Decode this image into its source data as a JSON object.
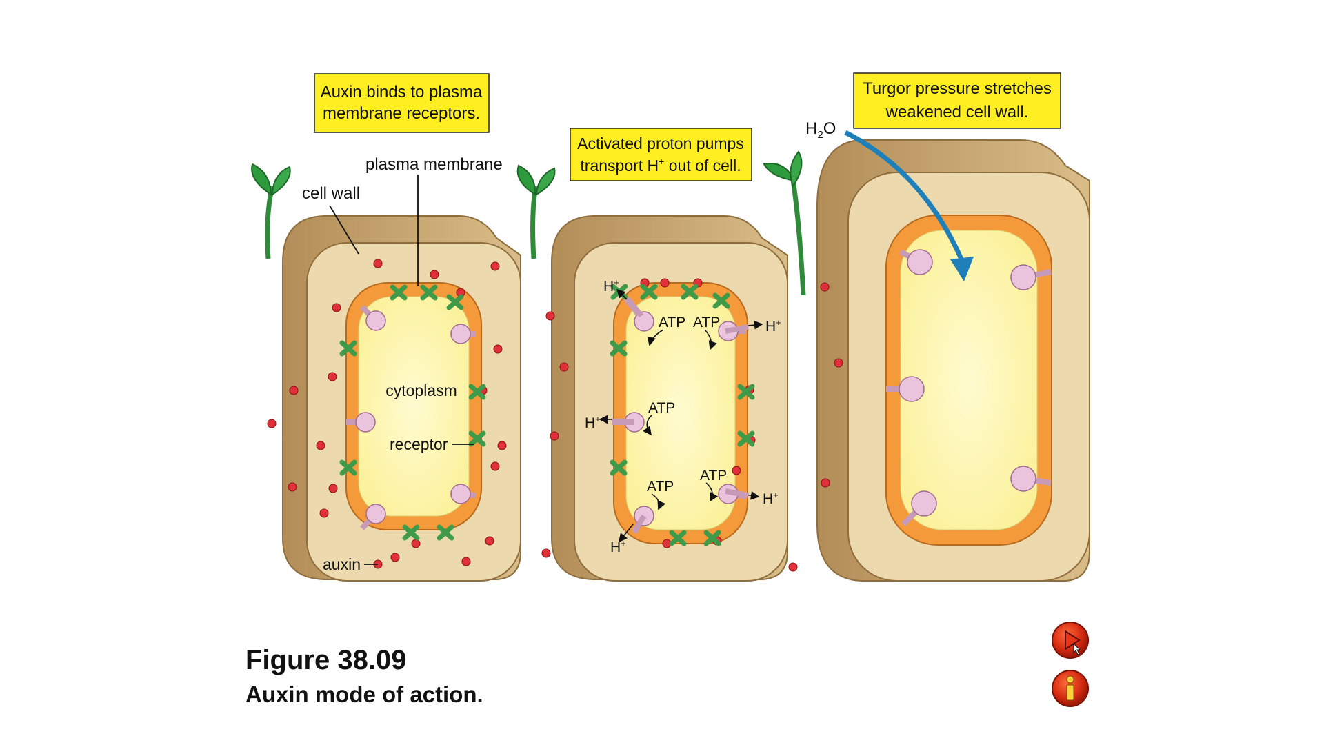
{
  "figure": {
    "number": "Figure 38.09",
    "title": "Auxin mode of action."
  },
  "panel1": {
    "callout_line1": "Auxin binds to plasma",
    "callout_line2": "membrane receptors.",
    "label_plasma_membrane": "plasma membrane",
    "label_cell_wall": "cell wall",
    "label_cytoplasm": "cytoplasm",
    "label_receptor": "receptor",
    "label_auxin": "auxin"
  },
  "panel2": {
    "callout_line1": "Activated proton pumps",
    "callout_line2_pre": "transport H",
    "callout_line2_sup": "+",
    "callout_line2_post": " out of cell.",
    "atp": "ATP",
    "h": "H",
    "plus": "+"
  },
  "panel3": {
    "callout_line1": "Turgor pressure stretches",
    "callout_line2": "weakened cell wall.",
    "water_h": "H",
    "water_sub": "2",
    "water_o": "O"
  },
  "controls": {
    "play_icon": "play-icon",
    "info_icon": "info-icon"
  },
  "colors": {
    "callout_fill": "#ffee22",
    "wall_light": "#ecd9ad",
    "wall_dark": "#c9a874",
    "membrane": "#f59a3a",
    "cytoplasm": "#fff8b8",
    "receptor": "#e9c4dc",
    "auxin": "#e0303a",
    "pump": "#3f9a49",
    "arrow_blue": "#1f7fb8",
    "button_red": "#c8200c"
  }
}
